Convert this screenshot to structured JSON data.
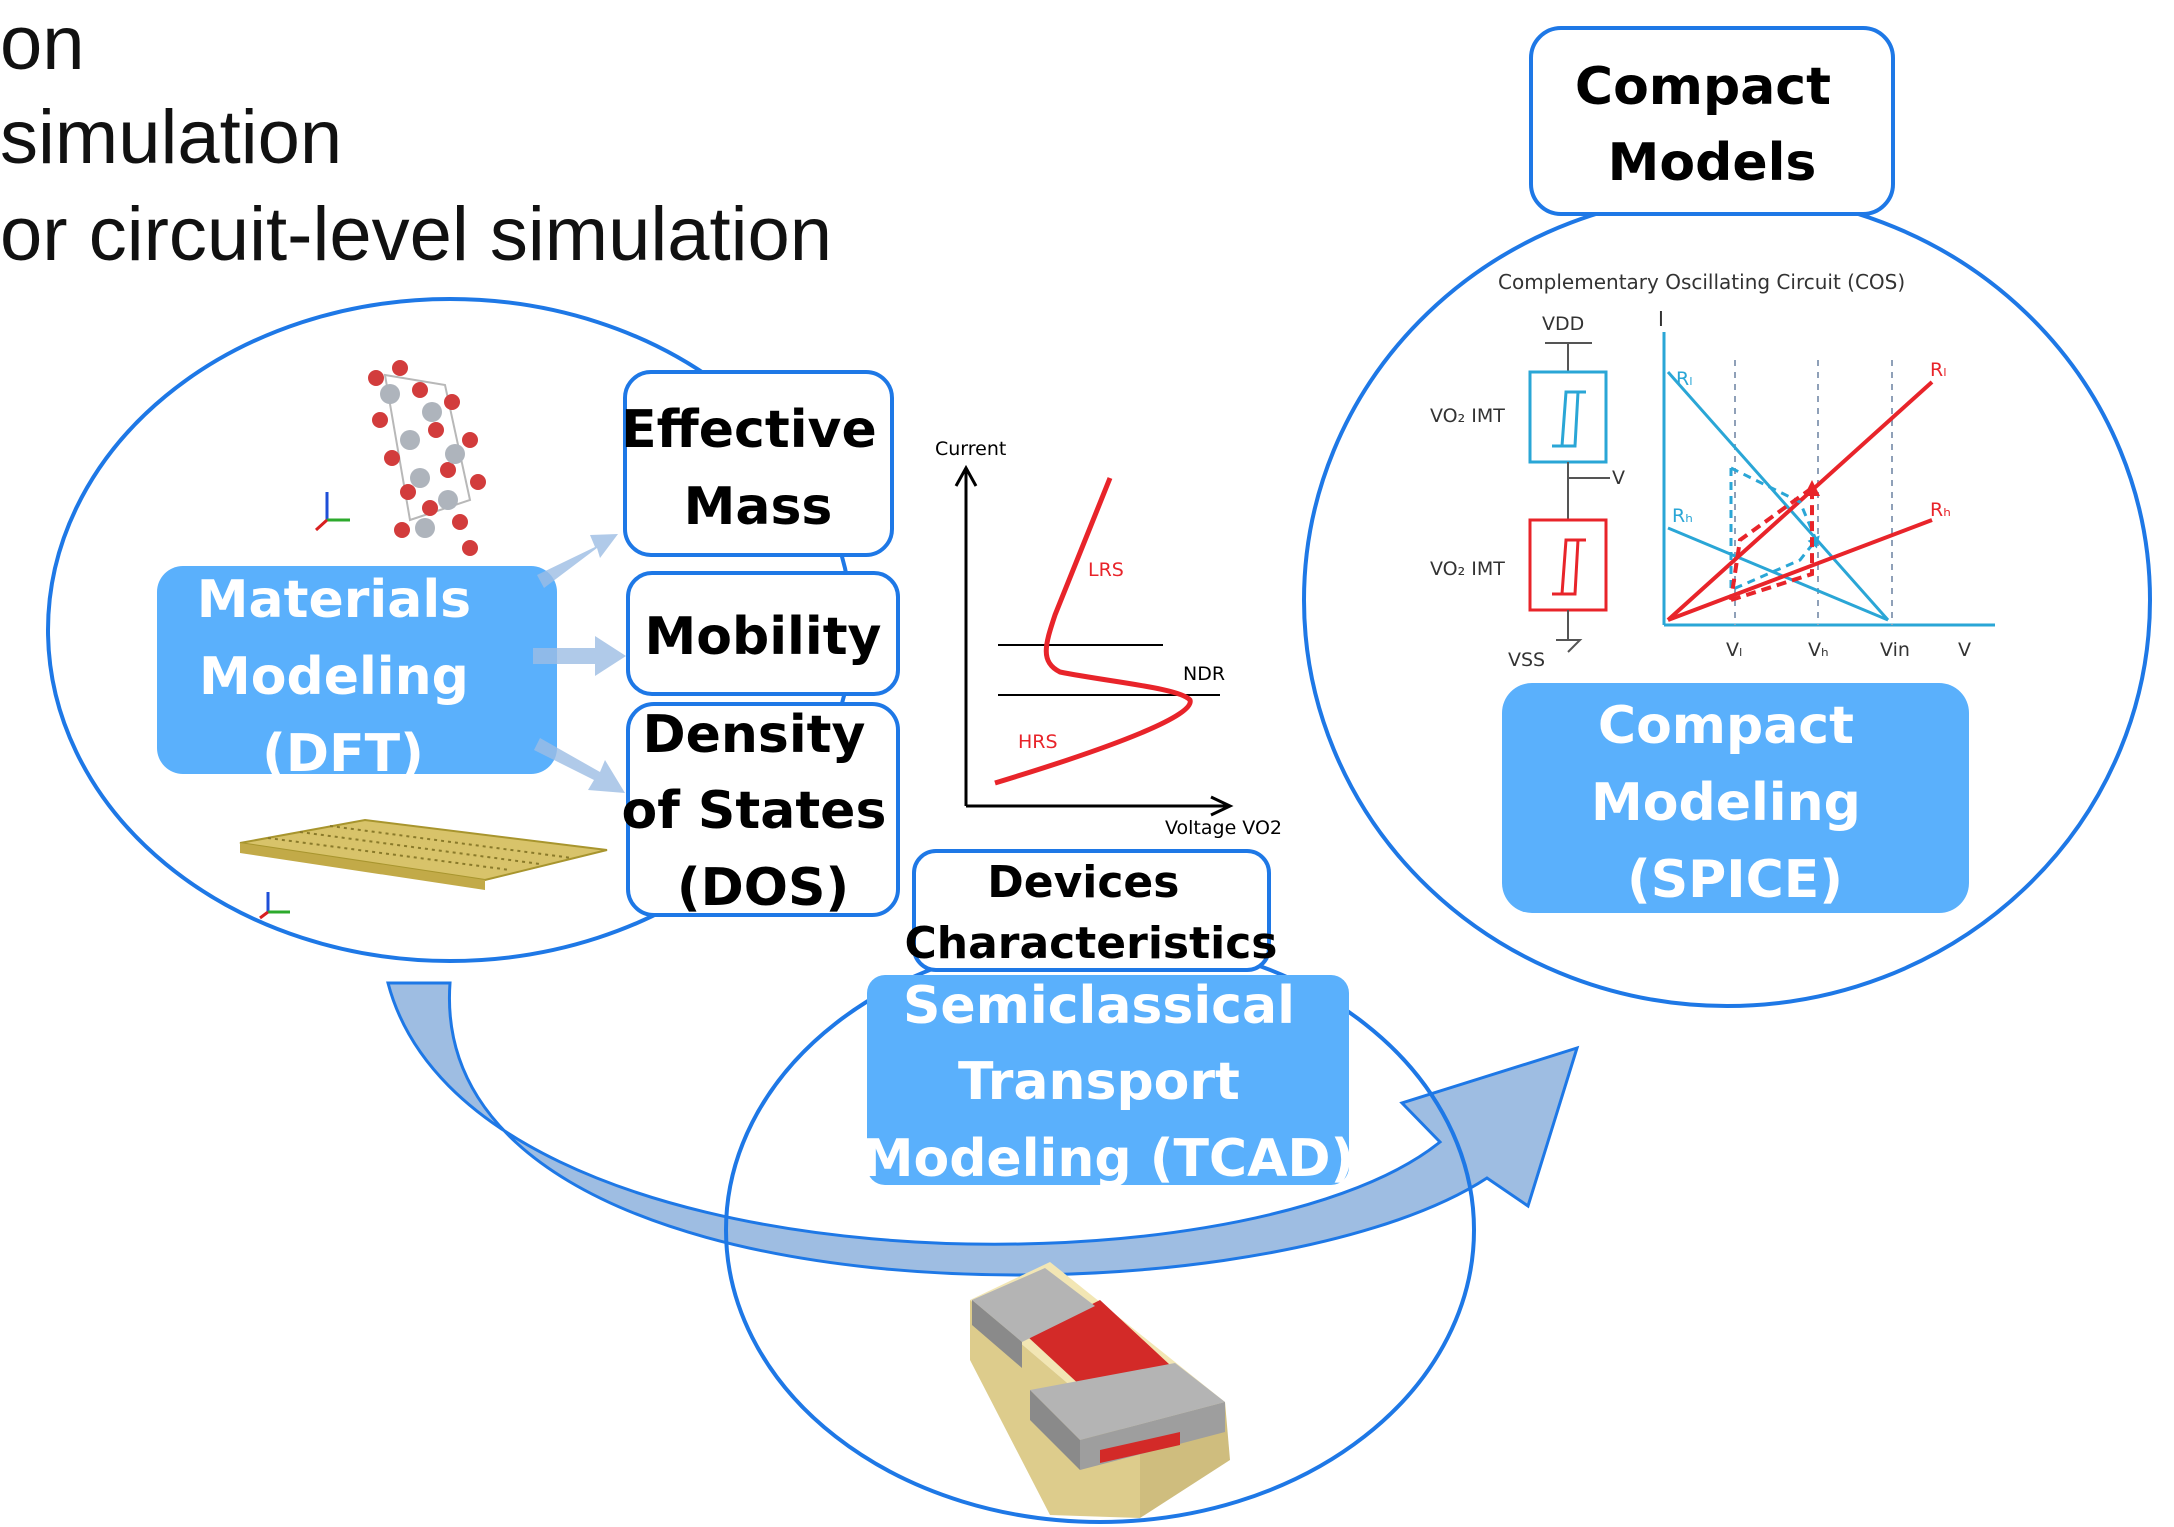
{
  "bullets": [
    "on",
    "simulation",
    "or circuit-level simulation"
  ],
  "materials": {
    "label_lines": [
      "Materials",
      "Modeling",
      "(DFT)"
    ],
    "properties": [
      {
        "id": "effective-mass",
        "lines": [
          "Effective",
          "Mass"
        ]
      },
      {
        "id": "mobility",
        "lines": [
          "Mobility"
        ]
      },
      {
        "id": "dos",
        "lines": [
          "Density",
          "of States",
          "(DOS)"
        ]
      }
    ]
  },
  "iv_chart": {
    "ylabel": "Current",
    "xlabel": "Voltage VO2",
    "regions": [
      "LRS",
      "NDR",
      "HRS"
    ]
  },
  "devices_label_lines": [
    "Devices",
    "Characteristics"
  ],
  "tcad_label_lines": [
    "Semiclassical",
    "Transport",
    "Modeling (TCAD)"
  ],
  "compact_models_label_lines": [
    "Compact",
    "Models"
  ],
  "cos": {
    "title": "Complementary Oscillating Circuit (COS)",
    "vdd": "VDD",
    "vss": "VSS",
    "v_node": "V",
    "imt_labels": [
      "VO₂ IMT",
      "VO₂ IMT"
    ],
    "y_axis": "I",
    "x_axis": "V",
    "x_ticks": [
      "Vₗ",
      "Vₕ",
      "Vin"
    ],
    "rl": "Rₗ",
    "rh": "Rₕ",
    "rl_right": "Rₗ",
    "rh_right": "Rₕ"
  },
  "spice_label_lines": [
    "Compact",
    "Modeling",
    "(SPICE)"
  ],
  "colors": {
    "circle": "#1e78e6",
    "box_border": "#1e78e6",
    "fill_box": "#5ab0fc",
    "arrow": "#7ea7d8",
    "red": "#e8242a",
    "cyan": "#2aa6d6"
  }
}
